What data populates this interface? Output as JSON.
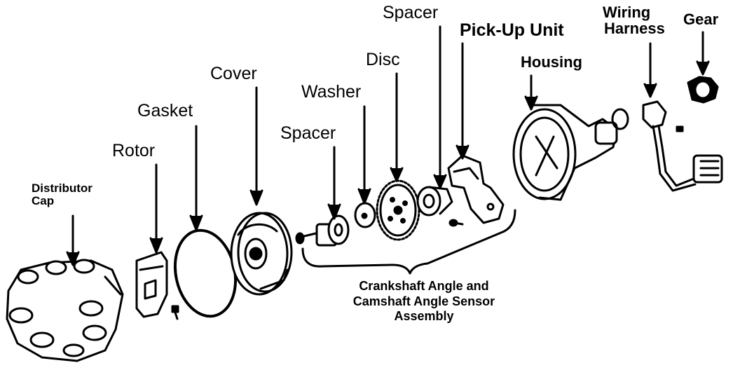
{
  "labels": {
    "distributor_cap": [
      "Distributor",
      "Cap"
    ],
    "rotor": "Rotor",
    "gasket": "Gasket",
    "cover": "Cover",
    "spacer_left": "Spacer",
    "washer": "Washer",
    "disc": "Disc",
    "spacer_right": "Spacer",
    "pickup_unit": "Pick-Up Unit",
    "housing": "Housing",
    "wiring_harness": [
      "Wiring",
      "Harness"
    ],
    "gear": "Gear"
  },
  "assembly_note": [
    "Crankshaft Angle and",
    "Camshaft Angle Sensor",
    "Assembly"
  ]
}
